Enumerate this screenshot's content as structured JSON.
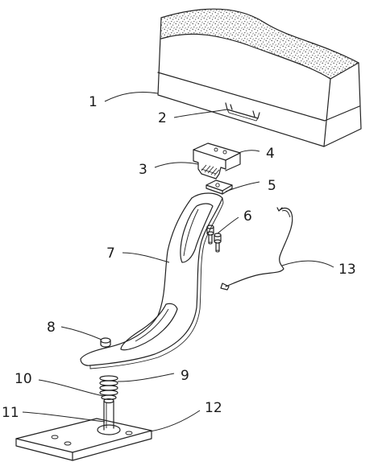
{
  "labels": {
    "l1": "1",
    "l2": "2",
    "l3": "3",
    "l4": "4",
    "l5": "5",
    "l6": "6",
    "l7": "7",
    "l8": "8",
    "l9": "9",
    "l10": "10",
    "l11": "11",
    "l12": "12",
    "l13": "13"
  },
  "colors": {
    "line": "#222222",
    "background": "#ffffff",
    "texture": "#444444"
  }
}
